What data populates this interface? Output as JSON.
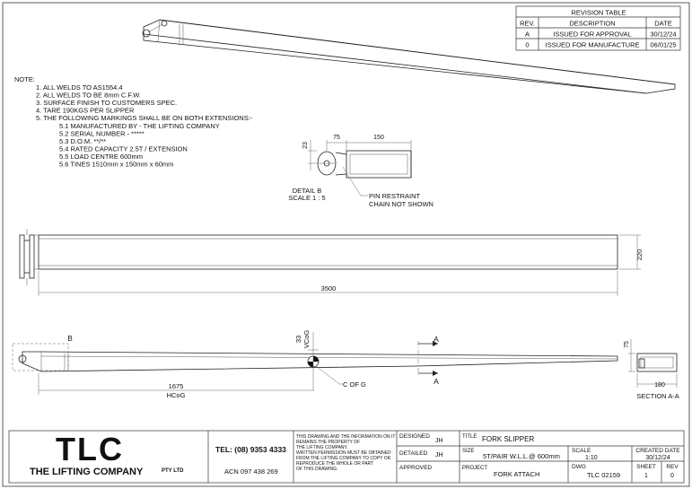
{
  "revision_table": {
    "title": "REVISION TABLE",
    "headers": [
      "REV.",
      "DESCRIPTION",
      "DATE"
    ],
    "rows": [
      {
        "rev": "A",
        "description": "ISSUED FOR APPROVAL",
        "date": "30/12/24"
      },
      {
        "rev": "0",
        "description": "ISSUED FOR MANUFACTURE",
        "date": "06/01/25"
      }
    ]
  },
  "notes": {
    "heading": "NOTE:",
    "items": [
      "1. ALL WELDS TO AS1554.4",
      "2. ALL WELDS TO BE 8mm C.F.W.",
      "3. SURFACE FINISH TO CUSTOMERS SPEC.",
      "4. TARE 190KGS PER SLIPPER",
      "5. THE FOLLOWING MARKINGS SHALL BE ON BOTH EXTENSIONS:-"
    ],
    "sub_items": [
      "5.1 MANUFACTURED BY - THE LIFTING COMPANY",
      "5.2 SERIAL NUMBER - *****",
      "5.3 D.O.M. **/**",
      "5.4 RATED CAPACITY 2.5T / EXTENSION",
      "5.5 LOAD CENTRE 600mm",
      "5.6 TINES 1510mm x 150mm x 60mm"
    ]
  },
  "detail_b": {
    "title": "DETAIL B",
    "scale": "SCALE 1 : 5",
    "dim_75": "75",
    "dim_150": "150",
    "dim_23": "23",
    "callout_line1": "PIN RESTRAINT",
    "callout_line2": "CHAIN NOT SHOWN"
  },
  "plan_view": {
    "length": "3500",
    "width": "220"
  },
  "side_view": {
    "label_b": "B",
    "hcog_value": "1675",
    "hcog_label": "HCoG",
    "vcog_value": "33",
    "vcog_label": "VCoG",
    "cog_label": "C OF G",
    "section_a1": "A",
    "section_a2": "A"
  },
  "section_aa": {
    "title": "SECTION A-A",
    "dim_75": "75",
    "dim_180": "180"
  },
  "title_block": {
    "logo": "TLC",
    "company": "THE LIFTING COMPANY",
    "company_suffix": "PTY LTD",
    "phone": "TEL: (08) 9353 4333",
    "acn": "ACN 097 438 269",
    "disclaimer": [
      "THIS DRAWING AND THE INFORMATION ON IT",
      "REMAINS THE PROPERTY OF",
      "THE LIFTING COMPANY.",
      "WRITTEN PERMISSION MUST BE OBTAINED",
      "FROM THE LIFTING COMPANY TO COPY OR",
      "REPRODUCE THE WHOLE OR PART",
      "OF THIS DRAWING."
    ],
    "designed_label": "DESIGNED",
    "designed_value": "JH",
    "detailed_label": "DETAILED",
    "detailed_value": "JH",
    "approved_label": "APPROVED",
    "title_label": "TITLE",
    "title_value": "FORK SLIPPER",
    "size_label": "SIZE",
    "size_value": "5T/PAIR W.L.L.@ 600mm",
    "scale_label": "SCALE",
    "scale_value": "1:10",
    "created_label": "CREATED DATE",
    "created_value": "30/12/24",
    "project_label": "PROJECT",
    "project_value": "FORK ATTACH",
    "dwg_label": "DWG",
    "dwg_value": "TLC 02159",
    "sheet_label": "SHEET",
    "sheet_value": "1",
    "rev_label": "REV",
    "rev_value": "0"
  }
}
